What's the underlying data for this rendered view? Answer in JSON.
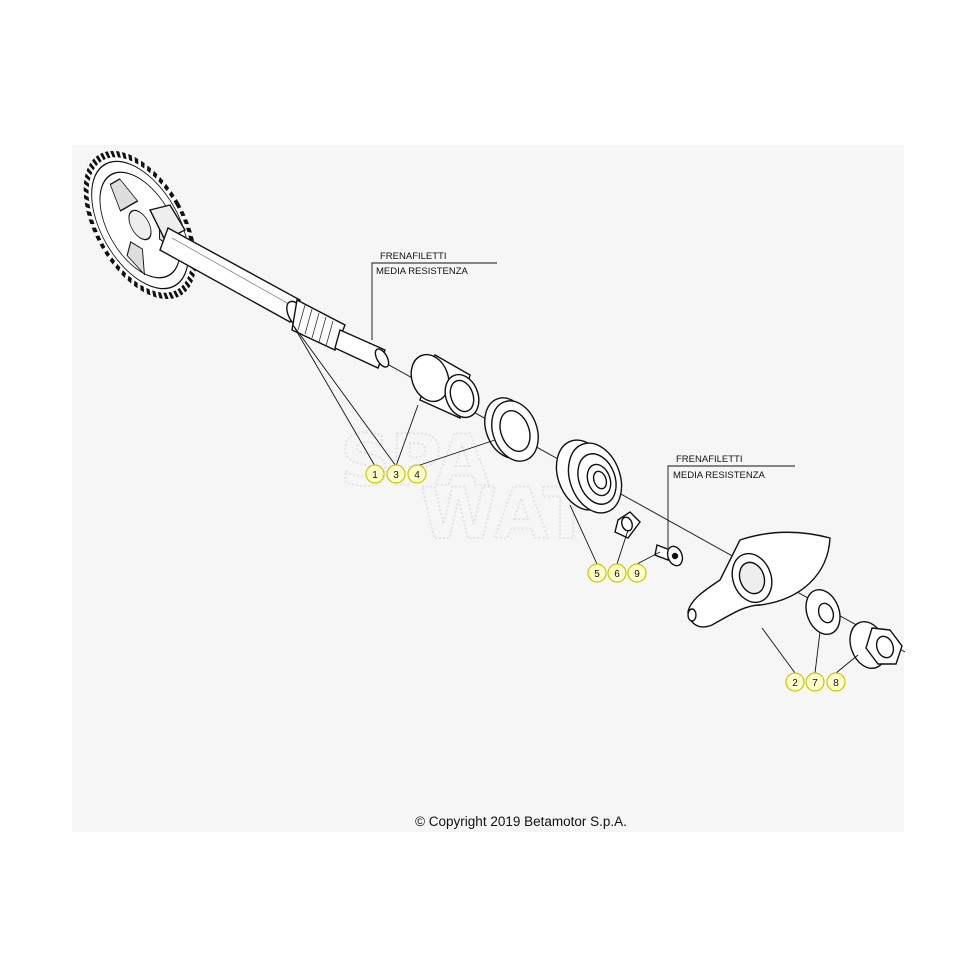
{
  "notes": [
    {
      "line1": "FRENAFILETTI",
      "line2": "MEDIA RESISTENZA"
    },
    {
      "line1": "FRENAFILETTI",
      "line2": "MEDIA RESISTENZA"
    }
  ],
  "callouts": {
    "group_a": [
      "1",
      "3",
      "4"
    ],
    "group_b": [
      "5",
      "6",
      "9"
    ],
    "group_c": [
      "2",
      "7",
      "8"
    ]
  },
  "watermark": {
    "line1": "SPA",
    "line2": "WAT"
  },
  "colors": {
    "callout_fill": "#ffffcc",
    "callout_stroke": "#c8c800",
    "line": "#111111",
    "frame": "#f6f6f6"
  },
  "copyright": "© Copyright 2019 Betamotor S.p.A."
}
